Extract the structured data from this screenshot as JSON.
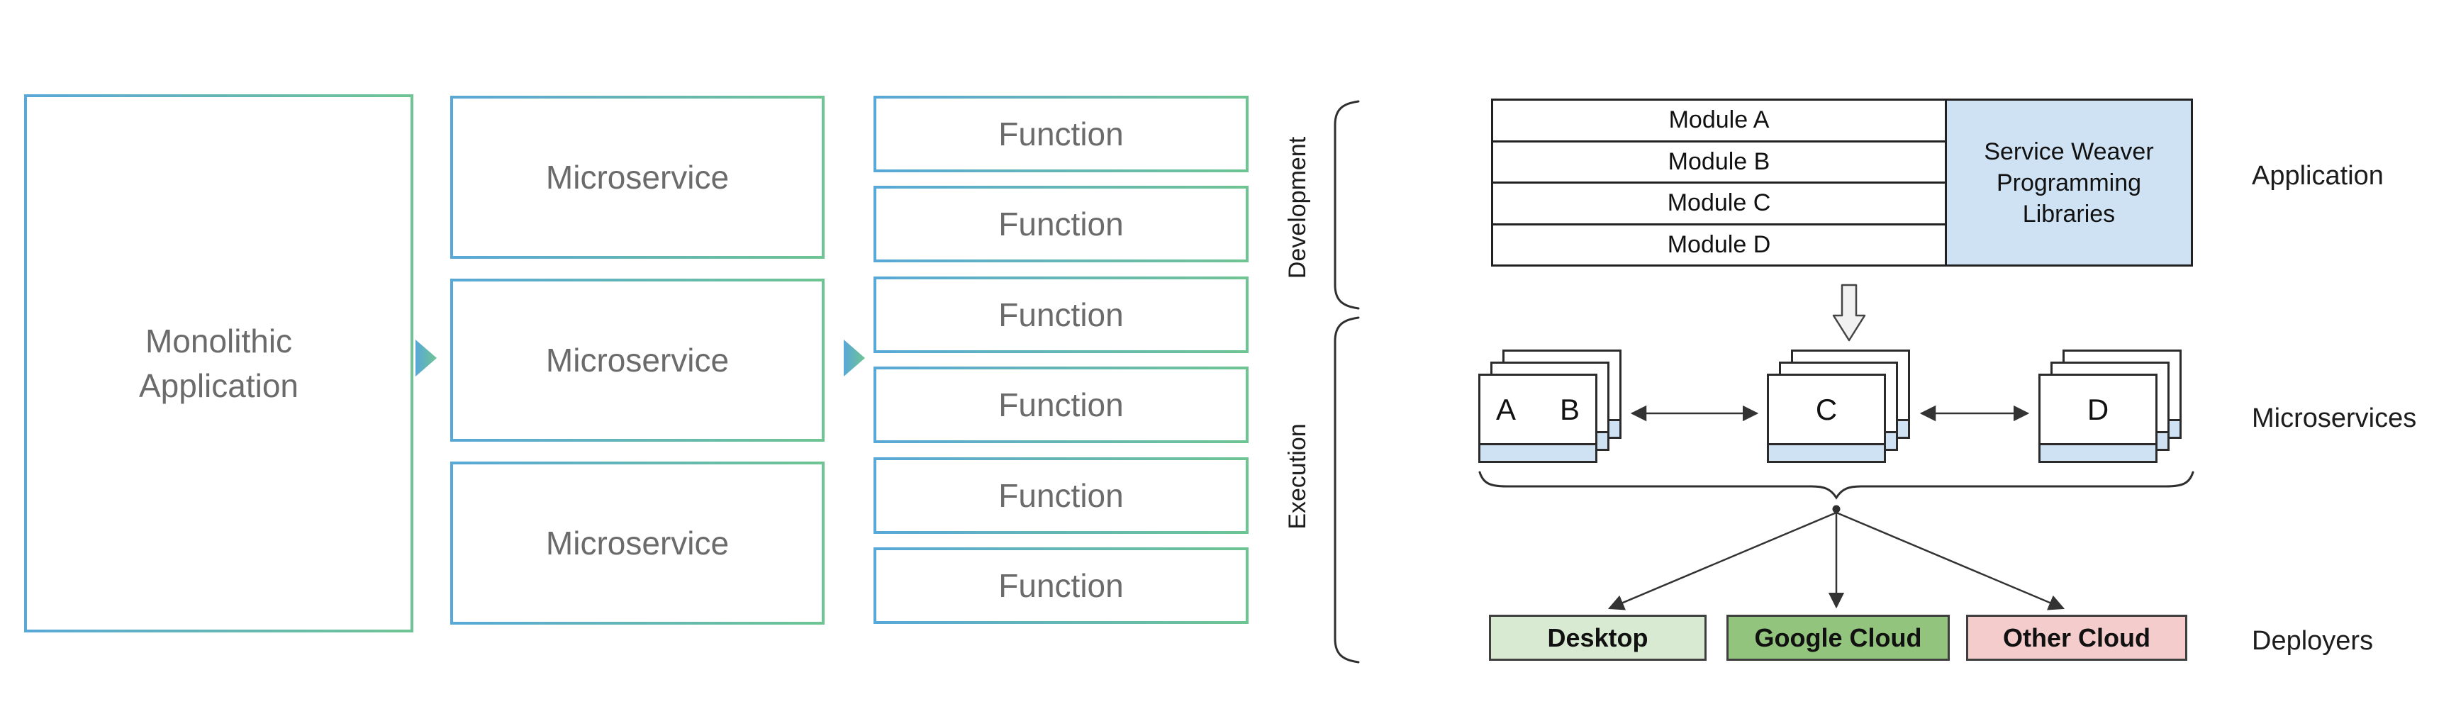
{
  "left": {
    "monolith_label": "Monolithic Application",
    "microservice_labels": [
      "Microservice",
      "Microservice",
      "Microservice"
    ],
    "function_labels": [
      "Function",
      "Function",
      "Function",
      "Function",
      "Function",
      "Function"
    ],
    "phase_labels": [
      "Development",
      "Execution"
    ]
  },
  "right": {
    "module_labels": [
      "Module A",
      "Module B",
      "Module C",
      "Module D"
    ],
    "library_label": "Service Weaver Programming Libraries",
    "stack_letters": [
      [
        "A",
        "B"
      ],
      [
        "C"
      ],
      [
        "D"
      ]
    ],
    "section_labels": [
      "Application",
      "Microservices",
      "Deployers"
    ],
    "deployers": [
      {
        "label": "Desktop",
        "color": "#d9ead3"
      },
      {
        "label": "Google Cloud",
        "color": "#93c47d"
      },
      {
        "label": "Other Cloud",
        "color": "#f4cccc"
      }
    ]
  },
  "colors": {
    "gradient_start": "#58a8d8",
    "gradient_end": "#6fc493",
    "left_text_gray": "#6b6b6b",
    "light_blue_fill": "#cfe2f3",
    "line_dark": "#333333"
  }
}
